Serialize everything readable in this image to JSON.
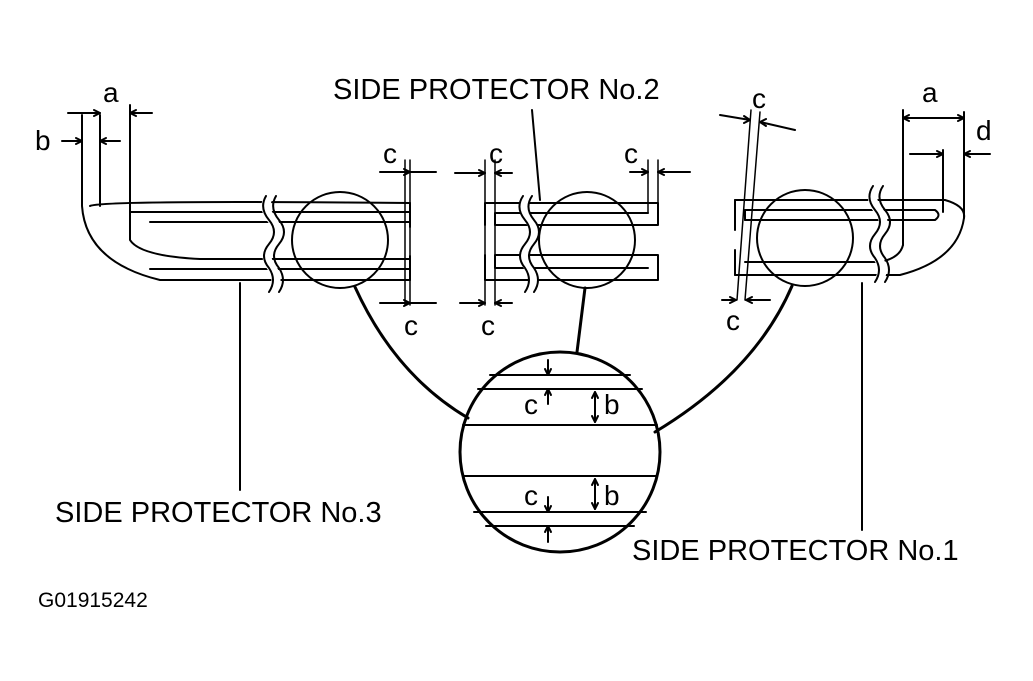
{
  "labels": {
    "side_protector_1": "SIDE PROTECTOR No.1",
    "side_protector_2": "SIDE PROTECTOR No.2",
    "side_protector_3": "SIDE PROTECTOR No.3",
    "figure_code": "G01915242"
  },
  "dimensions": {
    "a": "a",
    "b": "b",
    "c": "c",
    "d": "d"
  }
}
